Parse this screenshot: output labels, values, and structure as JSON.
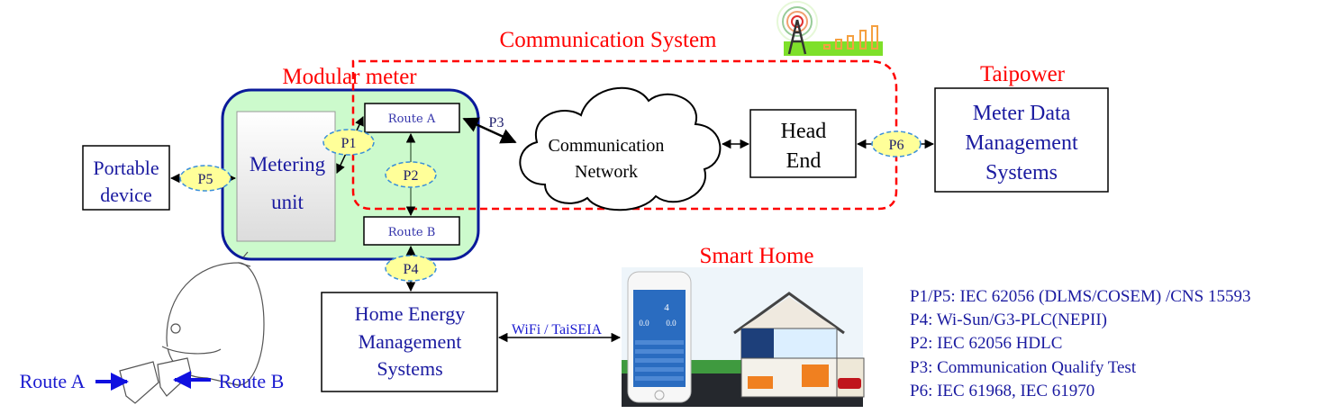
{
  "titles": {
    "communication_system": "Communication System",
    "modular_meter": "Modular meter",
    "taipower": "Taipower",
    "smart_home": "Smart Home"
  },
  "nodes": {
    "portable_device": [
      "Portable",
      "device"
    ],
    "metering_unit": [
      "Metering",
      "unit"
    ],
    "route_a": "Route A",
    "route_b": "Route B",
    "communication_network": [
      "Communication",
      "Network"
    ],
    "head_end": [
      "Head",
      "End"
    ],
    "mdms": [
      "Meter Data",
      "Management",
      "Systems"
    ],
    "hems": [
      "Home Energy",
      "Management",
      "Systems"
    ]
  },
  "interfaces": {
    "p1": "P1",
    "p2": "P2",
    "p3": "P3",
    "p4": "P4",
    "p5": "P5",
    "p6": "P6"
  },
  "link_labels": {
    "wifi": "WiFi / TaiSEIA"
  },
  "meter_drawing": {
    "route_a": "Route A",
    "route_b": "Route B"
  },
  "phone_screen": {
    "value_main": "4",
    "value_left": "0.0",
    "value_right": "0.0"
  },
  "legend": [
    "P1/P5: IEC 62056 (DLMS/COSEM) /CNS 15593",
    "P4: Wi-Sun/G3-PLC(NEPII)",
    "P2: IEC 62056 HDLC",
    "P3: Communication Qualify Test",
    "P6: IEC 61968, IEC 61970"
  ],
  "colors": {
    "title_red": "#ff0000",
    "navy": "#1a1aa0",
    "meter_green": "#ccfacc",
    "ellipse_fill": "#ffff99",
    "ellipse_stroke": "#3a8fd9"
  }
}
